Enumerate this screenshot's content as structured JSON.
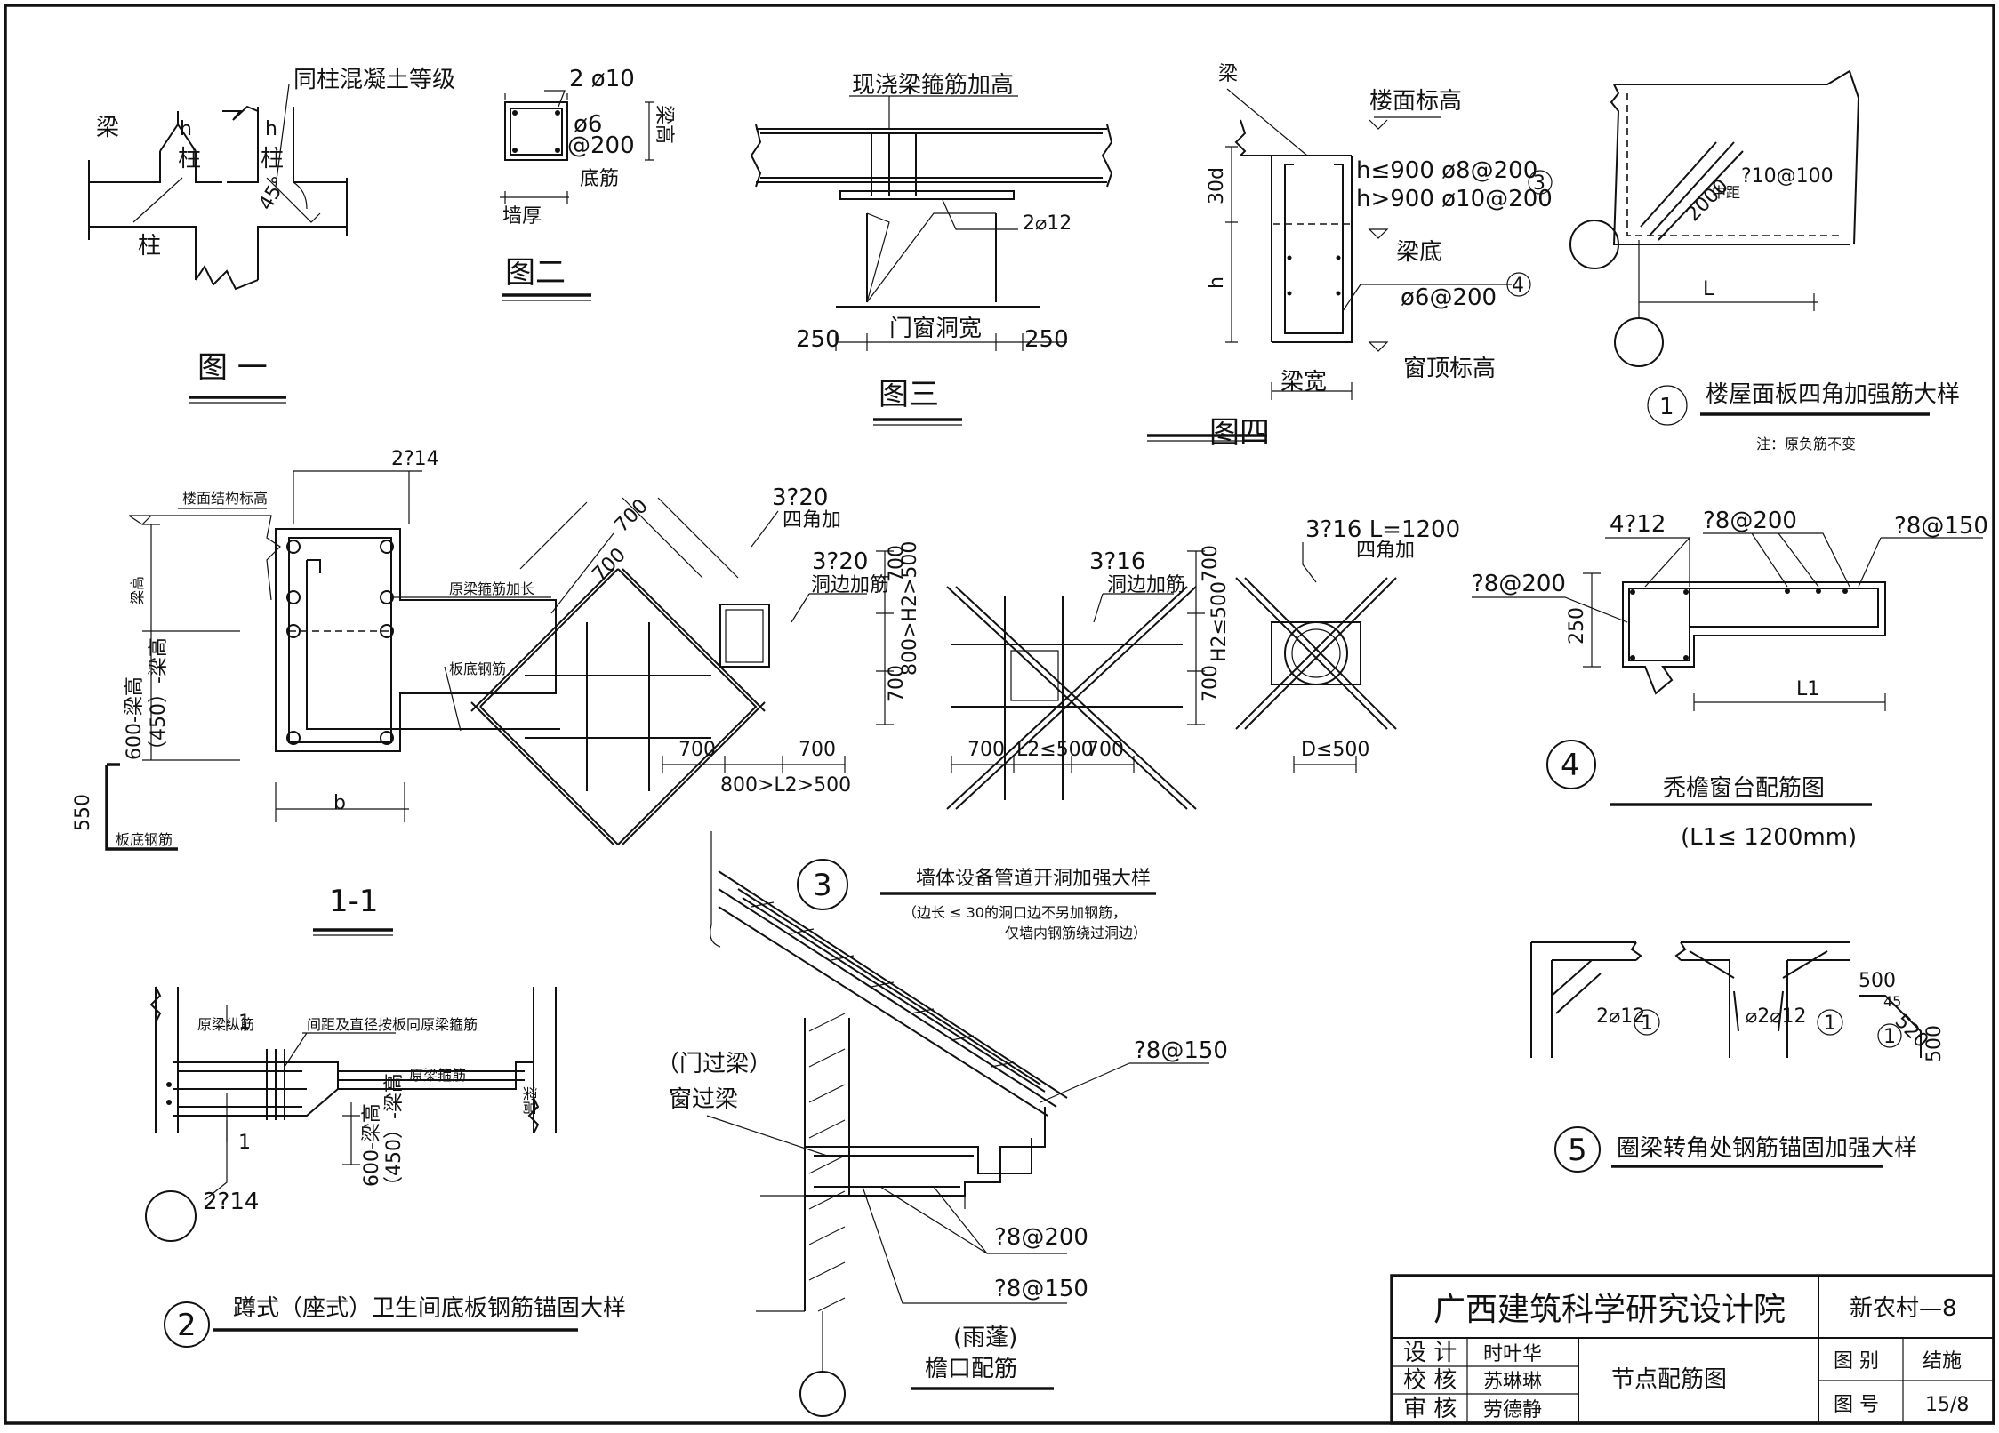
{
  "fig1": {
    "label_top": "同柱混凝土等级",
    "beam": "梁",
    "col": "柱",
    "col2": "柱",
    "col3": "柱",
    "h1": "h",
    "h2": "h",
    "angle": "45°",
    "title": "图 一"
  },
  "fig2": {
    "top": "2 ø10",
    "stir1": "ø6",
    "stir2": "@200",
    "height": "梁高",
    "bottom": "底筋",
    "width": "墙厚",
    "title": "图二"
  },
  "fig3": {
    "top": "现浇梁箍筋加高",
    "rebar": "2⌀12",
    "dim_left": "250",
    "dim_mid": "门窗洞宽",
    "dim_right": "250",
    "title": "图三"
  },
  "fig4": {
    "beam": "梁",
    "floor": "楼面标高",
    "line1": "h≤900 ø8@200",
    "line2": "h>900 ø10@200",
    "c3": "3",
    "beam_bot": "梁底",
    "stir": "ø6@200",
    "c4": "4",
    "win_top": "窗顶标高",
    "dim_30d": "30d",
    "dim_h": "h",
    "width": "梁宽",
    "title": "图四"
  },
  "d1": {
    "rebar": "?10@100",
    "mid": "中距",
    "len": "2000",
    "L": "L",
    "num": "1",
    "title": "楼屋面板四角加强筋大样",
    "note": "注：原负筋不变"
  },
  "s11": {
    "top": "2?14",
    "floor": "楼面结构标高",
    "l1": "原梁箍筋加长",
    "l2": "板底钢筋",
    "dim_a": "梁高",
    "dim_b": "600-梁高",
    "dim_c": "（450）-梁高",
    "dim_550": "550",
    "bottom": "板底钢筋",
    "b": "b",
    "title": "1-1"
  },
  "d3": {
    "a_top": "3?20",
    "a_sub": "四角加",
    "a_mid": "3?20",
    "a_mid_sub": "洞边加筋",
    "a_d1": "700",
    "a_d2": "700",
    "a_d3": "700",
    "a_d4": "700",
    "a_vert": "800>H2>500",
    "a_bot": "800>L2>500",
    "b_top": "3?16",
    "b_sub": "洞边加筋",
    "b_d1": "700",
    "b_d2": "L2≤500",
    "b_d3": "700",
    "b_vert": "H2≤500",
    "b_d4": "700",
    "b_d5": "700",
    "c_top": "3?16 L=1200",
    "c_sub": "四角加",
    "c_d": "D≤500",
    "num": "3",
    "title": "墙体设备管道开洞加强大样",
    "note1": "（边长   ≤ 30的洞口边不另加钢筋，",
    "note2": "仅墙内钢筋绕过洞边）"
  },
  "d4": {
    "a": "4?12",
    "b": "?8@200",
    "c": "?8@150",
    "d": "?8@200",
    "h": "250",
    "L": "L1",
    "num": "4",
    "title": "秃檐窗台配筋图",
    "sub": "(L1≤ 1200mm)"
  },
  "d2": {
    "l1": "原梁纵筋",
    "l2": "间距及直径按板同原梁箍筋",
    "l3": "原梁箍筋",
    "l4": "梁高",
    "s1": "1",
    "s2": "1",
    "dim_a": "600-梁高",
    "dim_b": "（450）-梁高",
    "rebar": "2?14",
    "num": "2",
    "title": "蹲式（座式）卫生间底板钢筋锚固大样"
  },
  "eave": {
    "r1": "?8@150",
    "lintel1": "（门过梁）",
    "lintel2": "窗过梁",
    "r2": "?8@200",
    "r3": "?8@150",
    "sub": "(雨蓬)",
    "title": "檐口配筋"
  },
  "d5": {
    "r1": "2⌀12",
    "c1": "1",
    "r2": "⌀2⌀12",
    "c2": "1",
    "d1": "500",
    "d2": "45",
    "d3": "520",
    "d4": "500",
    "c3": "1",
    "num": "5",
    "title": "圈梁转角处钢筋锚固加强大样"
  },
  "tb": {
    "org": "广西建筑科学研究设计院",
    "project": "新农村—8",
    "drawing": "节点配筋图",
    "r1_role": "设  计",
    "r1_name": "时叶华",
    "r2_role": "校  核",
    "r2_name": "苏琳琳",
    "r3_role": "审  核",
    "r3_name": "劳德静",
    "cat_label": "图  别",
    "cat_val": "结施",
    "no_label": "图  号",
    "no_val": "15/8"
  }
}
